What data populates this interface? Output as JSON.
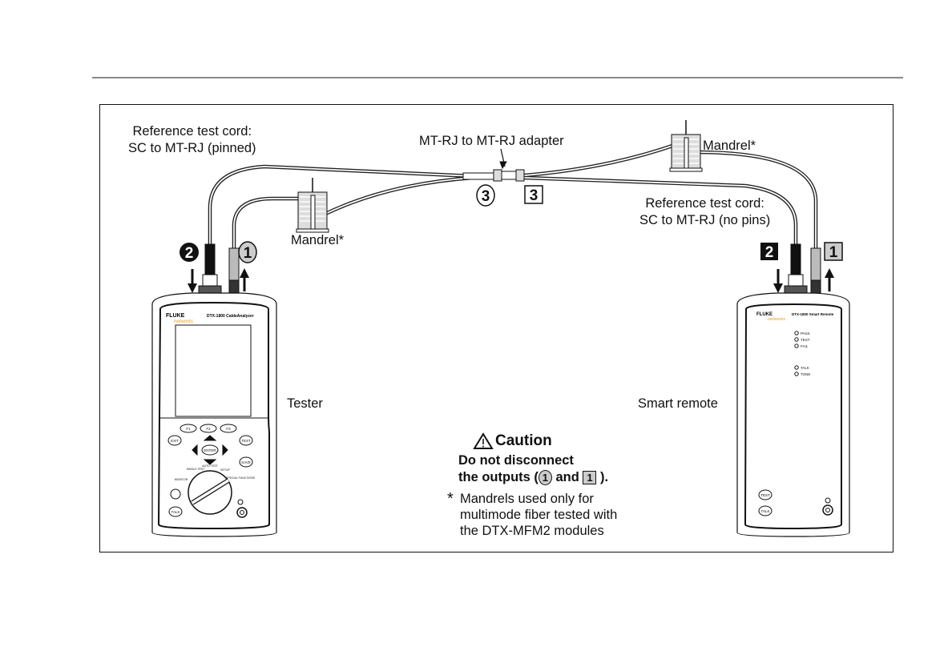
{
  "labels": {
    "ref_cord_pinned_line1": "Reference test cord:",
    "ref_cord_pinned_line2": "SC to MT-RJ (pinned)",
    "adapter": "MT-RJ to MT-RJ adapter",
    "mandrel_left": "Mandrel*",
    "mandrel_right": "Mandrel*",
    "ref_cord_nopins_line1": "Reference test cord:",
    "ref_cord_nopins_line2": "SC to MT-RJ (no pins)",
    "tester": "Tester",
    "smart_remote": "Smart remote"
  },
  "markers": {
    "tester_output": "1",
    "tester_input": "2",
    "remote_output": "1",
    "remote_input": "2",
    "adapter_left": "3",
    "adapter_right": "3"
  },
  "caution": {
    "title": "Caution",
    "line1": "Do not disconnect",
    "line2_pre": "the outputs (",
    "line2_badge1": "1",
    "line2_mid": "and",
    "line2_badge2": "1",
    "line2_post": ")."
  },
  "note": {
    "asterisk": "*",
    "line1": "Mandrels used only for",
    "line2": "multimode fiber tested with",
    "line3": "the DTX-MFM2 modules"
  },
  "tester_device": {
    "brand": "FLUKE",
    "sub_brand": "networks",
    "model": "DTX-1800 CableAnalyzer",
    "f1": "F1",
    "f2": "F2",
    "f3": "F3",
    "exit": "EXIT",
    "test": "TEST",
    "enter": "ENTER",
    "save": "SAVE",
    "talk": "TALK",
    "dial_monitor": "MONITOR",
    "dial_single": "SINGLE TEST",
    "dial_auto": "AUTO TEST",
    "dial_setup": "SETUP",
    "dial_special": "SPECIAL FUNCTIONS"
  },
  "remote_device": {
    "brand": "FLUKE",
    "sub_brand": "networks",
    "model": "DTX-1800 Smart Remote",
    "leds": [
      "PASS",
      "TEST",
      "FAIL",
      "TALK",
      "TONE"
    ],
    "test": "TEST",
    "talk": "TALK"
  },
  "colors": {
    "line": "#111111",
    "gray_marker": "#cccccc",
    "brand_orange": "#e8a31c"
  }
}
